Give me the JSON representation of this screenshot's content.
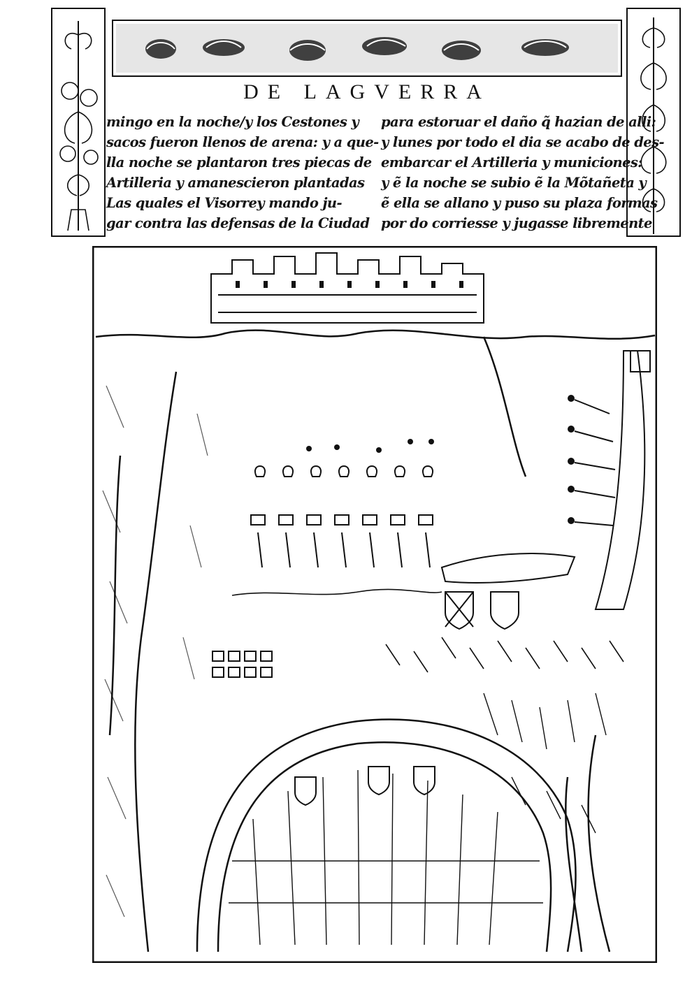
{
  "page": {
    "running_head": "DE LAGVERRA",
    "left_column": [
      "mingo en la noche/y los Cestones y",
      "sacos fueron llenos de arena: y a que-",
      "lla noche se plantaron tres piecas de",
      "Artilleria y amanescieron plantadas",
      "Las quales el Visorrey mando ju-",
      "gar contra las defensas de la Ciudad"
    ],
    "right_column": [
      "para estoruar el daño q̃ hazian de alli:",
      "y lunes por todo el dia se acabo de des-",
      "embarcar el Artilleria y municiones:",
      "y ẽ la noche se subio ẽ la Mõtañeta y",
      "ẽ ella se allano y puso su plaza formas",
      "por do corriesse y jugasse libremente"
    ],
    "illustration": {
      "type": "woodcut",
      "subject": "siege-scene",
      "ink_color": "#111111",
      "paper_color": "#ffffff"
    }
  }
}
